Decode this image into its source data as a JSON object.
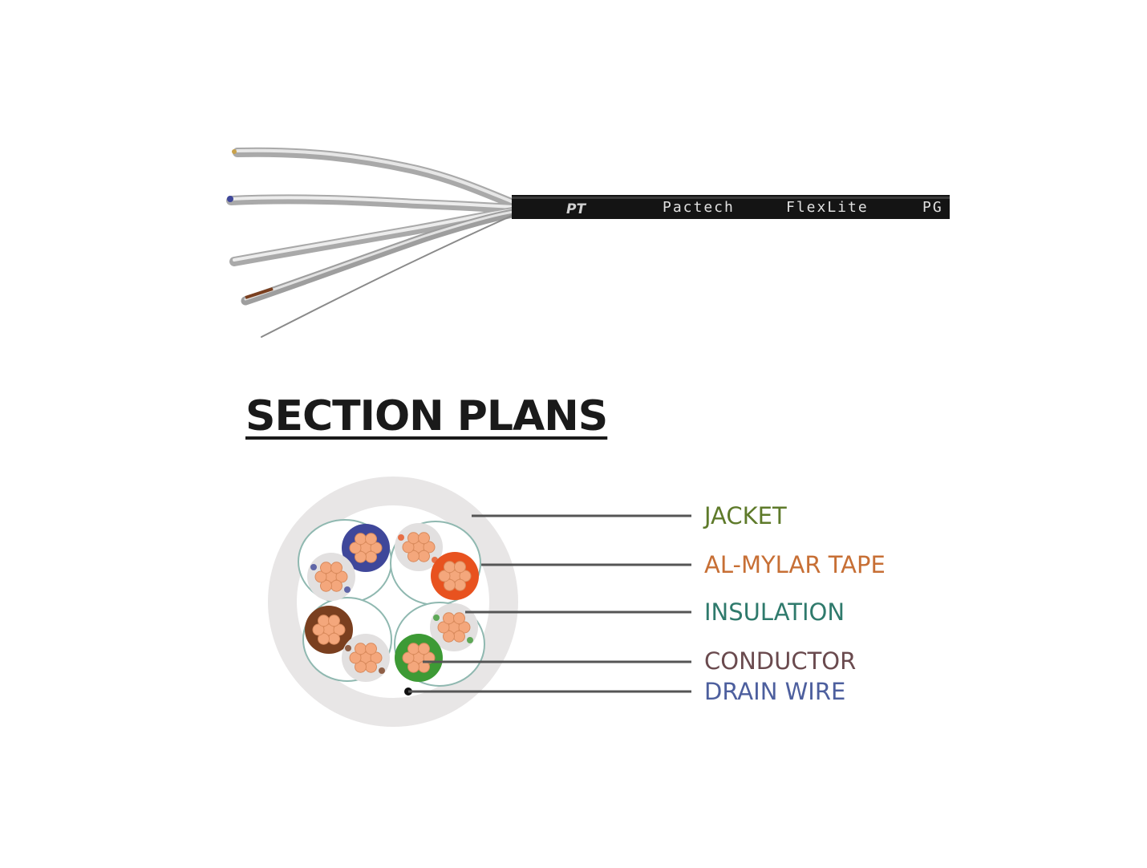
{
  "cable": {
    "jacket_printing": {
      "logo": "PT",
      "brand": "Pactech",
      "model": "FlexLite",
      "code": "PG"
    }
  },
  "heading": "SECTION PLANS",
  "labels": [
    {
      "text": "JACKET",
      "color": "#5e7a2a"
    },
    {
      "text": "AL-MYLAR TAPE",
      "color": "#c76f35"
    },
    {
      "text": "INSULATION",
      "color": "#2f7a6c"
    },
    {
      "text": "CONDUCTOR",
      "color": "#6a4a4e"
    },
    {
      "text": "DRAIN WIRE",
      "color": "#4d5f9e"
    }
  ],
  "colors": {
    "jacket": "#e8e6e6",
    "inner_fill": "#ffffff",
    "copper": "#f4a77c",
    "pair_blue": "#3f479a",
    "pair_orange": "#e8521f",
    "pair_brown": "#7a3f1f",
    "pair_green": "#3d9a35",
    "white_stripe": "#e2e0e0",
    "tape_outline": "#8fb8b0",
    "leader_line": "#555555",
    "cable_black": "#141414",
    "foil": "#b8b8b8"
  }
}
